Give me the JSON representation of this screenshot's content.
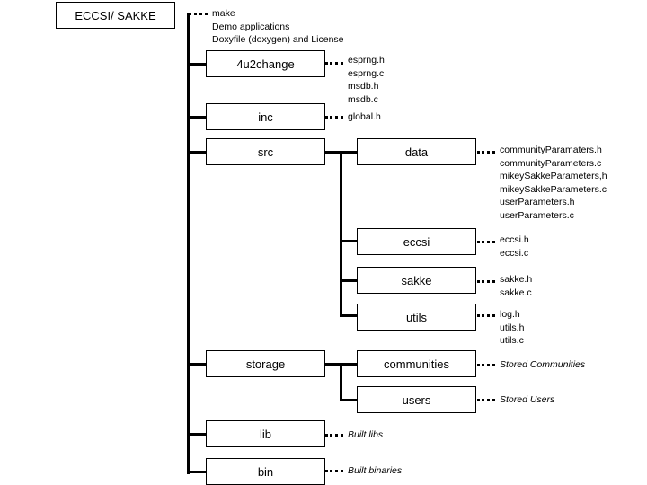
{
  "root": {
    "label": "ECCSI/ SAKKE",
    "files": [
      "make",
      "Demo applications",
      "Doxyfile (doxygen) and License"
    ]
  },
  "nodes": {
    "4u2change": {
      "label": "4u2change",
      "files": [
        "esprng.h",
        "esprng.c",
        "msdb.h",
        "msdb.c"
      ]
    },
    "inc": {
      "label": "inc",
      "files": [
        "global.h"
      ]
    },
    "src": {
      "label": "src"
    },
    "data": {
      "label": "data",
      "files": [
        "communityParamaters.h",
        "communityParameters.c",
        "mikeySakkeParameters,h",
        "mikeySakkeParameters.c",
        "userParameters.h",
        "userParameters.c"
      ]
    },
    "eccsi": {
      "label": "eccsi",
      "files": [
        "eccsi.h",
        "eccsi.c"
      ]
    },
    "sakke": {
      "label": "sakke",
      "files": [
        "sakke.h",
        "sakke.c"
      ]
    },
    "utils": {
      "label": "utils",
      "files": [
        "log.h",
        "utils.h",
        "utils.c"
      ]
    },
    "storage": {
      "label": "storage"
    },
    "communities": {
      "label": "communities",
      "note": "Stored Communities"
    },
    "users": {
      "label": "users",
      "note": "Stored Users"
    },
    "lib": {
      "label": "lib",
      "note": "Built libs"
    },
    "bin": {
      "label": "bin",
      "note": "Built binaries"
    }
  }
}
